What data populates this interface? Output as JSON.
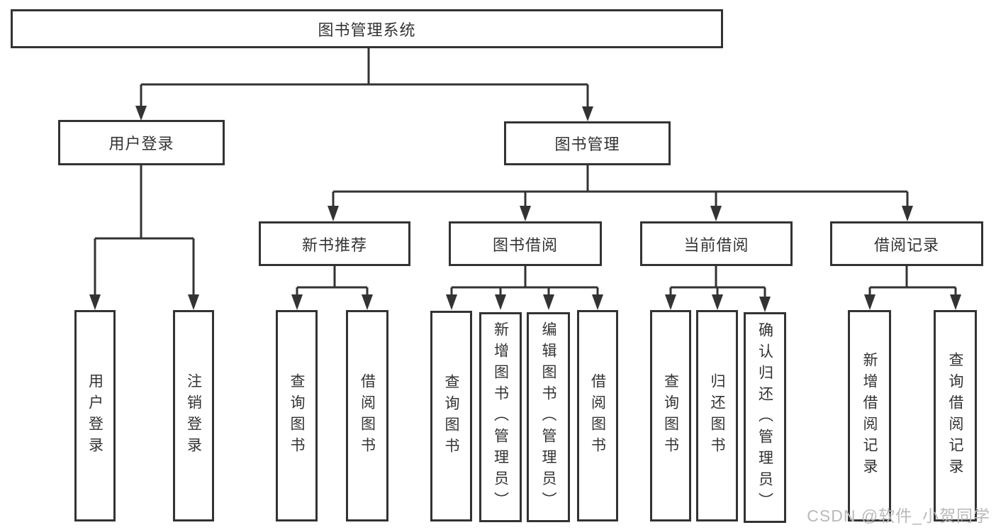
{
  "page": {
    "colors": {
      "line": "#333333",
      "text": "#333333",
      "box_fill": "#ffffff",
      "watermark": "#b9b9b9"
    }
  },
  "tree": {
    "root": {
      "label": "图书管理系统"
    },
    "branches": [
      {
        "label": "用户登录",
        "children": [
          {
            "label": "用户登录"
          },
          {
            "label": "注销登录"
          }
        ]
      },
      {
        "label": "图书管理",
        "children": [
          {
            "label": "新书推荐",
            "children": [
              {
                "label": "查询图书"
              },
              {
                "label": "借阅图书"
              }
            ]
          },
          {
            "label": "图书借阅",
            "children": [
              {
                "label": "查询图书"
              },
              {
                "label": "新增图书（管理员）"
              },
              {
                "label": "编辑图书（管理员）"
              },
              {
                "label": "借阅图书"
              }
            ]
          },
          {
            "label": "当前借阅",
            "children": [
              {
                "label": "查询图书"
              },
              {
                "label": "归还图书"
              },
              {
                "label": "确认归还（管理员）"
              }
            ]
          },
          {
            "label": "借阅记录",
            "children": [
              {
                "label": "新增借阅记录"
              },
              {
                "label": "查询借阅记录"
              }
            ]
          }
        ]
      }
    ]
  },
  "watermark": {
    "text": "CSDN @软件_小贺同学"
  }
}
